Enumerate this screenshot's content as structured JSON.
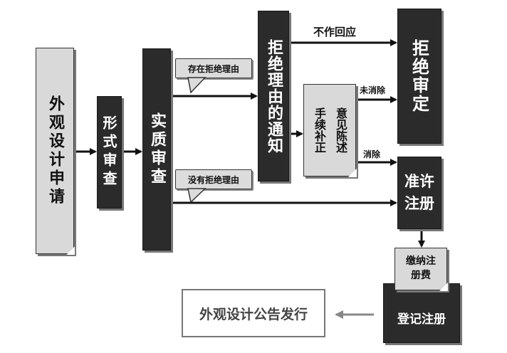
{
  "nodes": {
    "application": "外观设计申请",
    "formal_exam": "形式审查",
    "substantive_exam": "实质审查",
    "rejection_notice": "拒绝理由的通知",
    "amend_opinion_col1": "意见陈述",
    "amend_opinion_col2": "手续补正",
    "rejection_decision": "拒绝审定",
    "grant_registration": "准许注册",
    "pay_fee": "缴纳注册费",
    "register": "登记注册",
    "publish": "外观设计公告发行"
  },
  "labels": {
    "has_reason": "存在拒绝理由",
    "no_reason": "没有拒绝理由",
    "no_response": "不作回应",
    "not_eliminated": "未消除",
    "eliminated": "消除"
  },
  "colors": {
    "light_box": "#d9d9d9",
    "dark_box": "#2b2b2b",
    "arrow": "#111111",
    "publish_arrow": "#888888"
  }
}
